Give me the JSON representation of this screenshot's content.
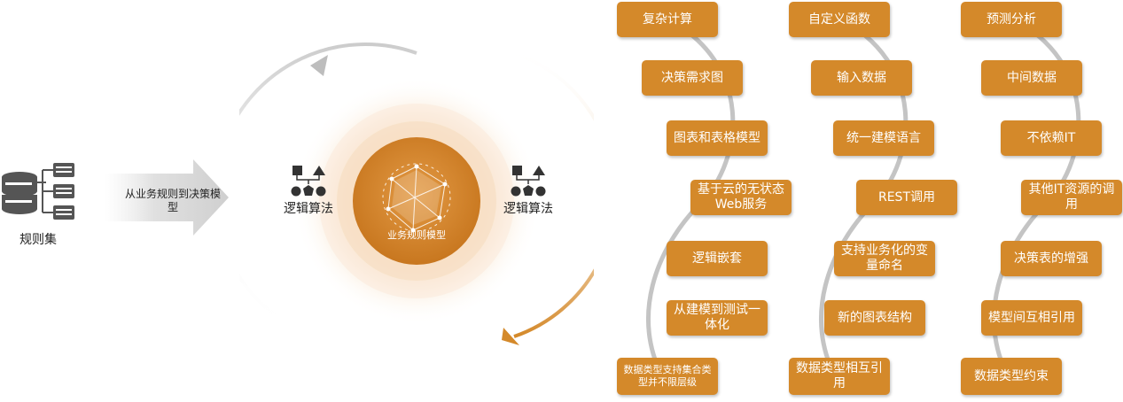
{
  "ruleset": {
    "label": "规则集",
    "icon": "database-table-icon"
  },
  "flow": {
    "label": "从业务规则到决策模型"
  },
  "center": {
    "core_label": "业务规则模型",
    "left_algo": "逻辑算法",
    "right_algo": "逻辑算法",
    "accent": "#D4892A"
  },
  "columns": [
    {
      "items": [
        "复杂计算",
        "决策需求图",
        "图表和表格模型",
        "基于云的无状态Web服务",
        "逻辑嵌套",
        "从建模到测试一体化",
        "数据类型支持集合类型并不限层级"
      ]
    },
    {
      "items": [
        "自定义函数",
        "输入数据",
        "统一建模语言",
        "REST调用",
        "支持业务化的变量命名",
        "新的图表结构",
        "数据类型相互引用"
      ]
    },
    {
      "items": [
        "预测分析",
        "中间数据",
        "不依赖IT",
        "其他IT资源的调用",
        "决策表的增强",
        "模型间互相引用",
        "数据类型约束"
      ]
    }
  ]
}
